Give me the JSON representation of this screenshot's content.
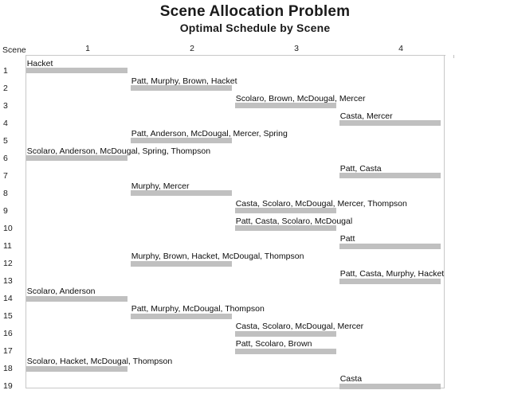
{
  "title": "Scene Allocation Problem",
  "subtitle": "Optimal Schedule by Scene",
  "axis": {
    "corner_label": "Scene",
    "tick_labels": [
      "1",
      "2",
      "3",
      "4"
    ],
    "tick_values": [
      1,
      2,
      3,
      4
    ],
    "minor_tick_values": [
      0.5,
      1.5,
      2.5,
      3.5,
      4.5
    ]
  },
  "colors": {
    "bar": "#c0c0c0",
    "frame": "#c8c8c8",
    "axis": "#bfbfbf",
    "text": "#1a1a1a",
    "background": "#ffffff"
  },
  "chart_data": {
    "type": "bar",
    "title": "Scene Allocation Problem",
    "subtitle": "Optimal Schedule by Scene",
    "xlabel": "",
    "ylabel": "Scene",
    "xlim": [
      0.4,
      4.42
    ],
    "ylim": [
      0.5,
      19.5
    ],
    "grid": false,
    "legend": null,
    "orientation": "horizontal",
    "categories": [
      "1",
      "2",
      "3",
      "4",
      "5",
      "6",
      "7",
      "8",
      "9",
      "10",
      "11",
      "12",
      "13",
      "14",
      "15",
      "16",
      "17",
      "18",
      "19"
    ],
    "bar_duration": 1,
    "rows": [
      {
        "scene": "1",
        "start": 0.41,
        "duration": 1,
        "label": "Hacket"
      },
      {
        "scene": "2",
        "start": 1.41,
        "duration": 1,
        "label": "Patt, Murphy, Brown, Hacket"
      },
      {
        "scene": "3",
        "start": 2.41,
        "duration": 1,
        "label": "Scolaro, Brown, McDougal, Mercer"
      },
      {
        "scene": "4",
        "start": 3.41,
        "duration": 1,
        "label": "Casta, Mercer"
      },
      {
        "scene": "5",
        "start": 1.41,
        "duration": 1,
        "label": "Patt, Anderson, McDougal, Mercer, Spring"
      },
      {
        "scene": "6",
        "start": 0.41,
        "duration": 1,
        "label": "Scolaro, Anderson, McDougal, Spring, Thompson"
      },
      {
        "scene": "7",
        "start": 3.41,
        "duration": 1,
        "label": "Patt, Casta"
      },
      {
        "scene": "8",
        "start": 1.41,
        "duration": 1,
        "label": "Murphy, Mercer"
      },
      {
        "scene": "9",
        "start": 2.41,
        "duration": 1,
        "label": "Casta, Scolaro, McDougal, Mercer, Thompson"
      },
      {
        "scene": "10",
        "start": 2.41,
        "duration": 1,
        "label": "Patt, Casta, Scolaro, McDougal"
      },
      {
        "scene": "11",
        "start": 3.41,
        "duration": 1,
        "label": "Patt"
      },
      {
        "scene": "12",
        "start": 1.41,
        "duration": 1,
        "label": "Murphy, Brown, Hacket, McDougal, Thompson"
      },
      {
        "scene": "13",
        "start": 3.41,
        "duration": 1,
        "label": "Patt, Casta, Murphy, Hacket"
      },
      {
        "scene": "14",
        "start": 0.41,
        "duration": 1,
        "label": "Scolaro, Anderson"
      },
      {
        "scene": "15",
        "start": 1.41,
        "duration": 1,
        "label": "Patt, Murphy, McDougal, Thompson"
      },
      {
        "scene": "16",
        "start": 2.41,
        "duration": 1,
        "label": "Casta, Scolaro, McDougal, Mercer"
      },
      {
        "scene": "17",
        "start": 2.41,
        "duration": 1,
        "label": "Patt, Scolaro, Brown"
      },
      {
        "scene": "18",
        "start": 0.41,
        "duration": 1,
        "label": "Scolaro, Hacket, McDougal, Thompson"
      },
      {
        "scene": "19",
        "start": 3.41,
        "duration": 1,
        "label": "Casta"
      }
    ]
  }
}
